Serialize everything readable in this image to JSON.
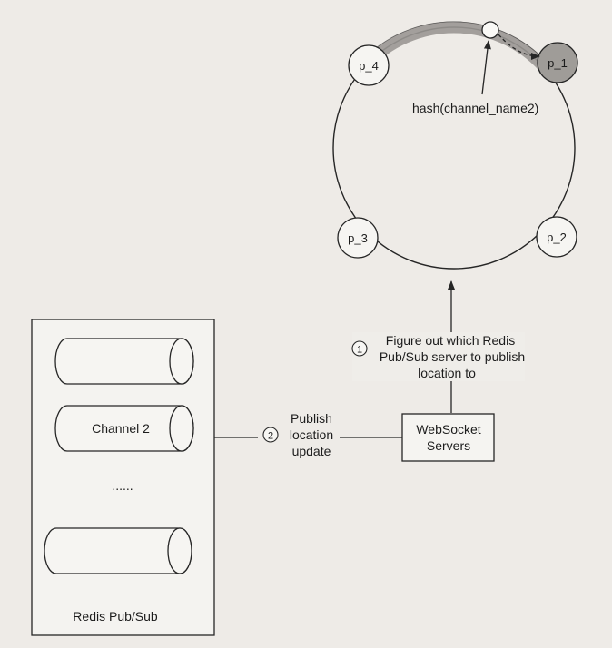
{
  "ring": {
    "nodes": [
      {
        "label": "p_1"
      },
      {
        "label": "p_2"
      },
      {
        "label": "p_3"
      },
      {
        "label": "p_4"
      }
    ],
    "hash_label": "hash(channel_name2)"
  },
  "steps": [
    {
      "number": "1",
      "lines": [
        "Figure out which Redis",
        "Pub/Sub server to publish",
        "location to"
      ]
    },
    {
      "number": "2",
      "lines": [
        "Publish",
        "location",
        "update"
      ]
    }
  ],
  "websocket": {
    "lines": [
      "WebSocket",
      "Servers"
    ]
  },
  "redis": {
    "title": "Redis Pub/Sub",
    "channels": [
      {
        "label": ""
      },
      {
        "label": "Channel 2"
      },
      {
        "label": ""
      }
    ],
    "ellipsis": "......"
  },
  "colors": {
    "page": "#e4e1dc",
    "paper": "#f3f1ed",
    "line": "#262626",
    "arc_highlight": "#9a9794",
    "node_fill": "#f6f5f2"
  }
}
